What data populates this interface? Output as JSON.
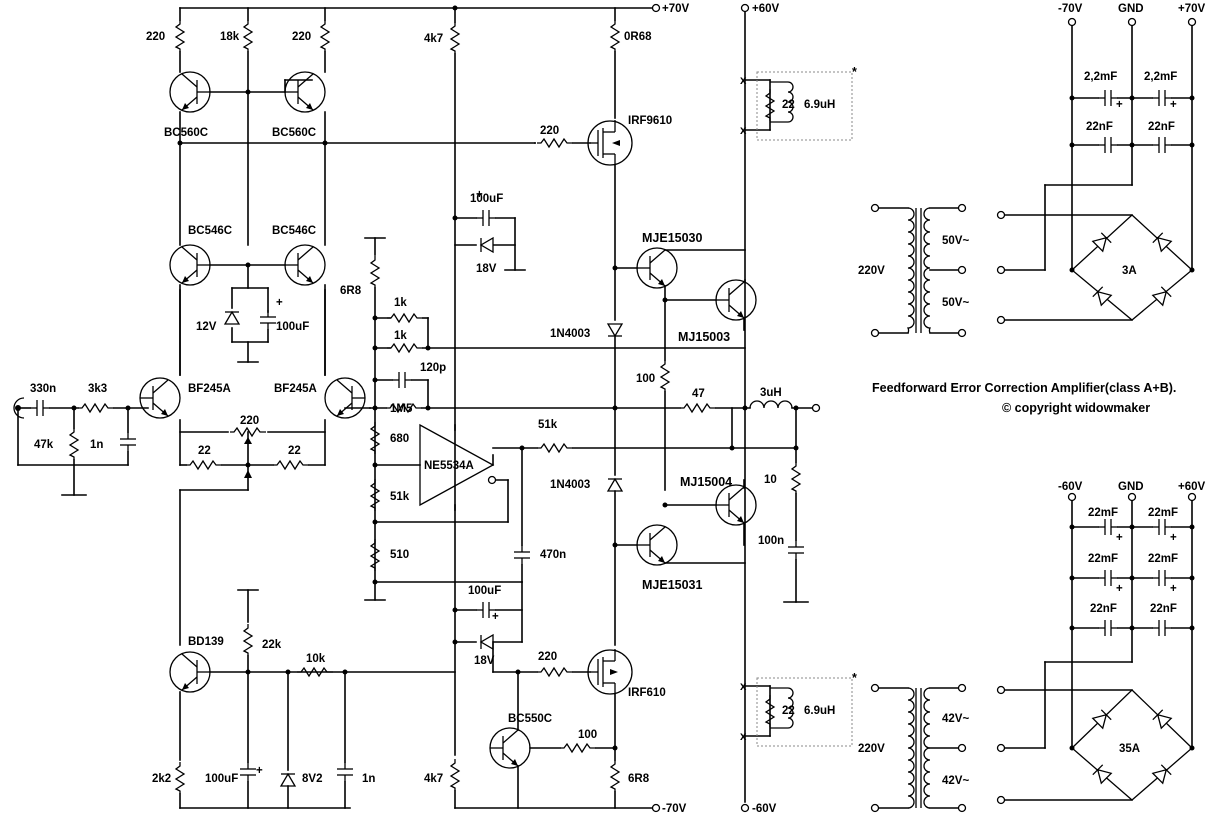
{
  "title_line1": "Feedforward Error Correction Amplifier(class A+B).",
  "title_line2": "© copyright widowmaker",
  "rails": {
    "pos70": "+70V",
    "neg70": "-70V",
    "pos60": "+60V",
    "neg60": "-60V"
  },
  "star": "*",
  "components": {
    "r220_left": "220",
    "r18k": "18k",
    "r220_mid": "220",
    "r4k7_top": "4k7",
    "r0r68": "0R68",
    "q_bc560c_l": "BC560C",
    "q_bc560c_r": "BC560C",
    "r220_gate": "220",
    "m_irf9610": "IRF9610",
    "c100uf_top": "100uF",
    "z18v_top": "18V",
    "q_bc546c_l": "BC546C",
    "q_bc546c_r": "BC546C",
    "z12v": "12V",
    "c100uf_mid": "100uF",
    "r6r8_top": "6R8",
    "r1k_a": "1k",
    "r1k_b": "1k",
    "c120p": "120p",
    "r1m5": "1M5",
    "d1n4003_a": "1N4003",
    "d1n4003_b": "1N4003",
    "q_mje15030": "MJE15030",
    "q_mj15003": "MJ15003",
    "r100_mid": "100",
    "r47": "47",
    "l3uh": "3uH",
    "r51k_fb": "51k",
    "r680": "680",
    "u_ne5534a": "NE5534A",
    "r51k": "51k",
    "r510": "510",
    "c470n": "470n",
    "c330n": "330n",
    "r3k3": "3k3",
    "r47k": "47k",
    "c1n_in": "1n",
    "j_bf245a_l": "BF245A",
    "j_bf245a_r": "BF245A",
    "r220_trim": "220",
    "r22_l": "22",
    "r22_r": "22",
    "q_mj15004": "MJ15004",
    "r10": "10",
    "c100n": "100n",
    "q_mje15031": "MJE15031",
    "c100uf_low": "100uF",
    "z18v_low": "18V",
    "q_bd139": "BD139",
    "r22k": "22k",
    "r10k": "10k",
    "r220_gate2": "220",
    "m_irf610": "IRF610",
    "q_bc550c": "BC550C",
    "r100_low": "100",
    "r2k2": "2k2",
    "c100uf_bot": "100uF",
    "z8v2": "8V2",
    "c1n_bot": "1n",
    "r4k7_bot": "4k7",
    "r6r8_bot": "6R8"
  },
  "snubber_top": {
    "r": "22",
    "l": "6.9uH"
  },
  "snubber_bot": {
    "r": "22",
    "l": "6.9uH"
  },
  "psu_top": {
    "neg": "-70V",
    "gnd": "GND",
    "pos": "+70V",
    "c_big_l": "2,2mF",
    "c_big_r": "2,2mF",
    "c_small_l": "22nF",
    "c_small_r": "22nF",
    "mains": "220V",
    "sec_a": "50V~",
    "sec_b": "50V~",
    "bridge": "3A"
  },
  "psu_bot": {
    "neg": "-60V",
    "gnd": "GND",
    "pos": "+60V",
    "c1_l": "22mF",
    "c1_r": "22mF",
    "c2_l": "22mF",
    "c2_r": "22mF",
    "c3_l": "22nF",
    "c3_r": "22nF",
    "mains": "220V",
    "sec_a": "42V~",
    "sec_b": "42V~",
    "bridge": "35A"
  }
}
